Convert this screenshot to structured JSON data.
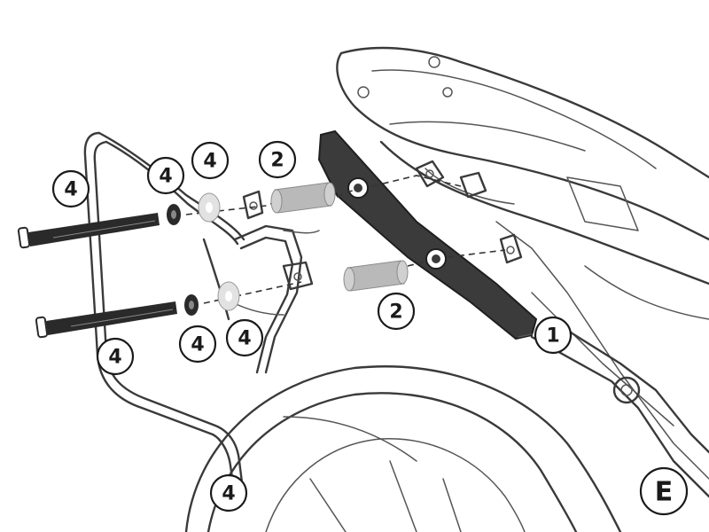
{
  "colors": {
    "line": "#3a3a3a",
    "plate": "#3b3b3b",
    "bolt": "#2a2a2a",
    "spacer": "#b9b9b9",
    "washer": "#e2e2e2"
  },
  "callouts": [
    {
      "label": "4"
    },
    {
      "label": "4"
    },
    {
      "label": "4"
    },
    {
      "label": "2"
    },
    {
      "label": "2"
    },
    {
      "label": "1"
    },
    {
      "label": "4"
    },
    {
      "label": "4"
    },
    {
      "label": "4"
    },
    {
      "label": "4"
    },
    {
      "label": "E"
    }
  ]
}
